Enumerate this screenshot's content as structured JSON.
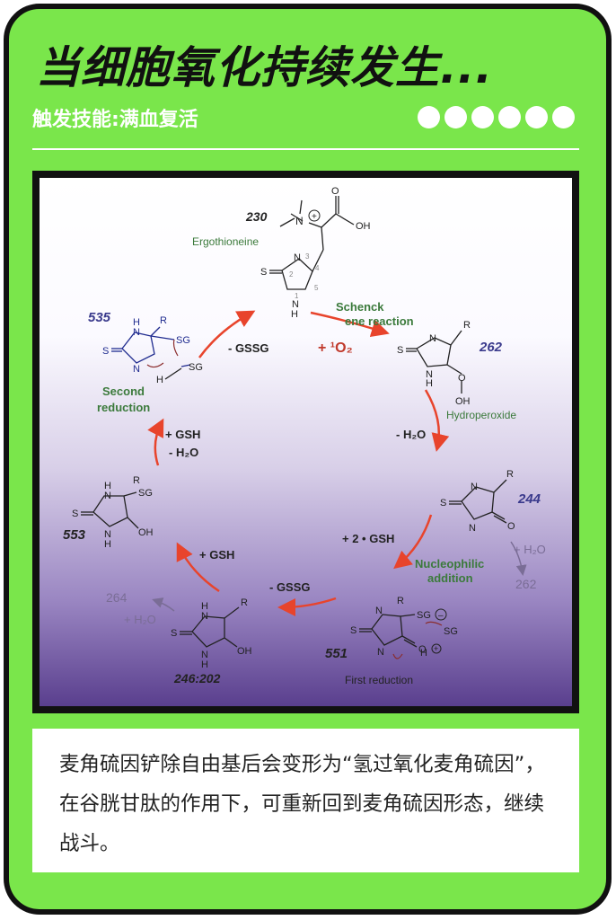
{
  "headline": "当细胞氧化持续发生...",
  "subtitle": "触发技能:满血复活",
  "dot_count": 6,
  "diagram": {
    "top": {
      "number": "230",
      "name": "Ergothioneine"
    },
    "upper_right_step": {
      "line1": "Schenck",
      "line2": "ene reaction",
      "reagent": "+ ¹O₂"
    },
    "right_upper": {
      "number": "262",
      "name": "Hydroperoxide"
    },
    "right_step": "- H₂O",
    "right_mid": {
      "number": "244",
      "side": "+ H₂O",
      "side_product": "262"
    },
    "lower_right_step": {
      "reagent": "+ 2 • GSH",
      "line1": "Nucleophilic",
      "line2": "addition"
    },
    "bottom_right": {
      "number": "551",
      "name": "First reduction"
    },
    "bottom_step": "- GSSG",
    "bottom_left": {
      "number": "246:202",
      "side_product": "264",
      "side": "+ H₂O"
    },
    "left_lower_step": "+ GSH",
    "left_mid": {
      "number": "553"
    },
    "left_upper_step": {
      "reagent": "+ GSH",
      "water": "- H₂O"
    },
    "left_upper": {
      "number": "535",
      "line1": "Second",
      "line2": "reduction"
    },
    "upper_left_step": "- GSSG"
  },
  "caption": "麦角硫因铲除自由基后会变形为“氢过氧化麦角硫因”，在谷胱甘肽的作用下，可重新回到麦角硫因形态，继续战斗。"
}
